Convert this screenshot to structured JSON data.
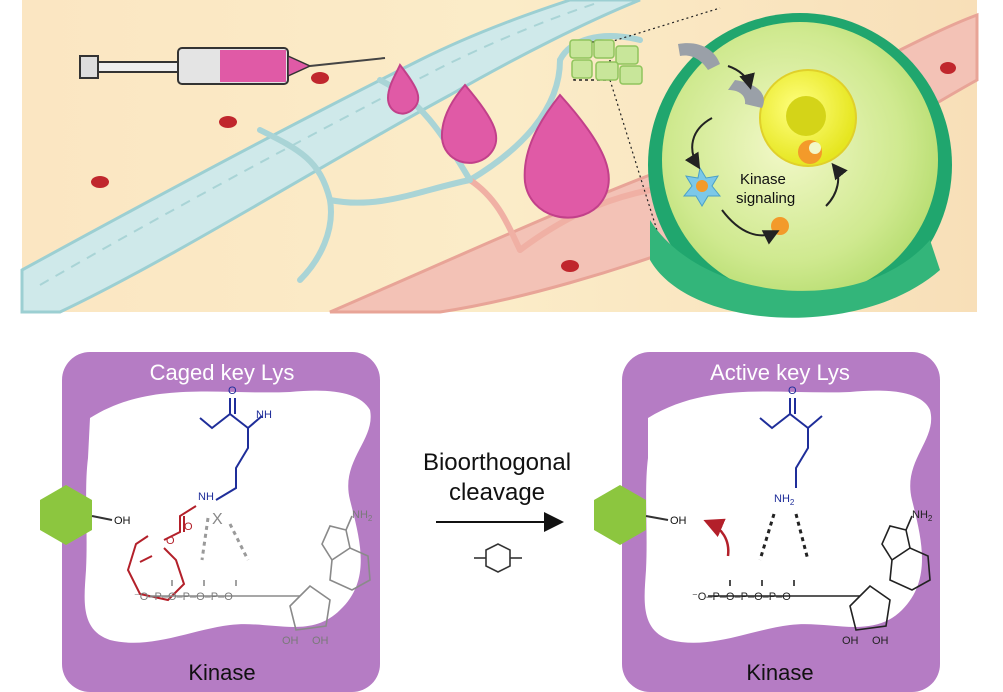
{
  "top_panel": {
    "signaling_label_line1": "Kinase",
    "signaling_label_line2": "signaling"
  },
  "left_panel": {
    "title": "Caged key Lys",
    "footer": "Kinase",
    "chem": {
      "nh": "NH",
      "n": "N",
      "h": "H",
      "o": "O",
      "oh": "OH",
      "nh2": "NH",
      "sub2": "2",
      "x": "X"
    }
  },
  "right_panel": {
    "title": "Active key Lys",
    "footer": "Kinase",
    "chem": {
      "nh2": "NH",
      "sub2": "2",
      "n": "N",
      "h": "H",
      "o": "O",
      "oh": "OH"
    }
  },
  "middle": {
    "line1": "Bioorthogonal",
    "line2": "cleavage"
  },
  "colors": {
    "panel_purple": "#b57cc4",
    "lys_blue": "#1f2e9a",
    "cage_red": "#b3202a",
    "hexagon_green": "#8cc63f",
    "vessel_teal": "#cfe9ea",
    "vessel_pink": "#f3b7ad",
    "drop_pink": "#e05aa6"
  }
}
